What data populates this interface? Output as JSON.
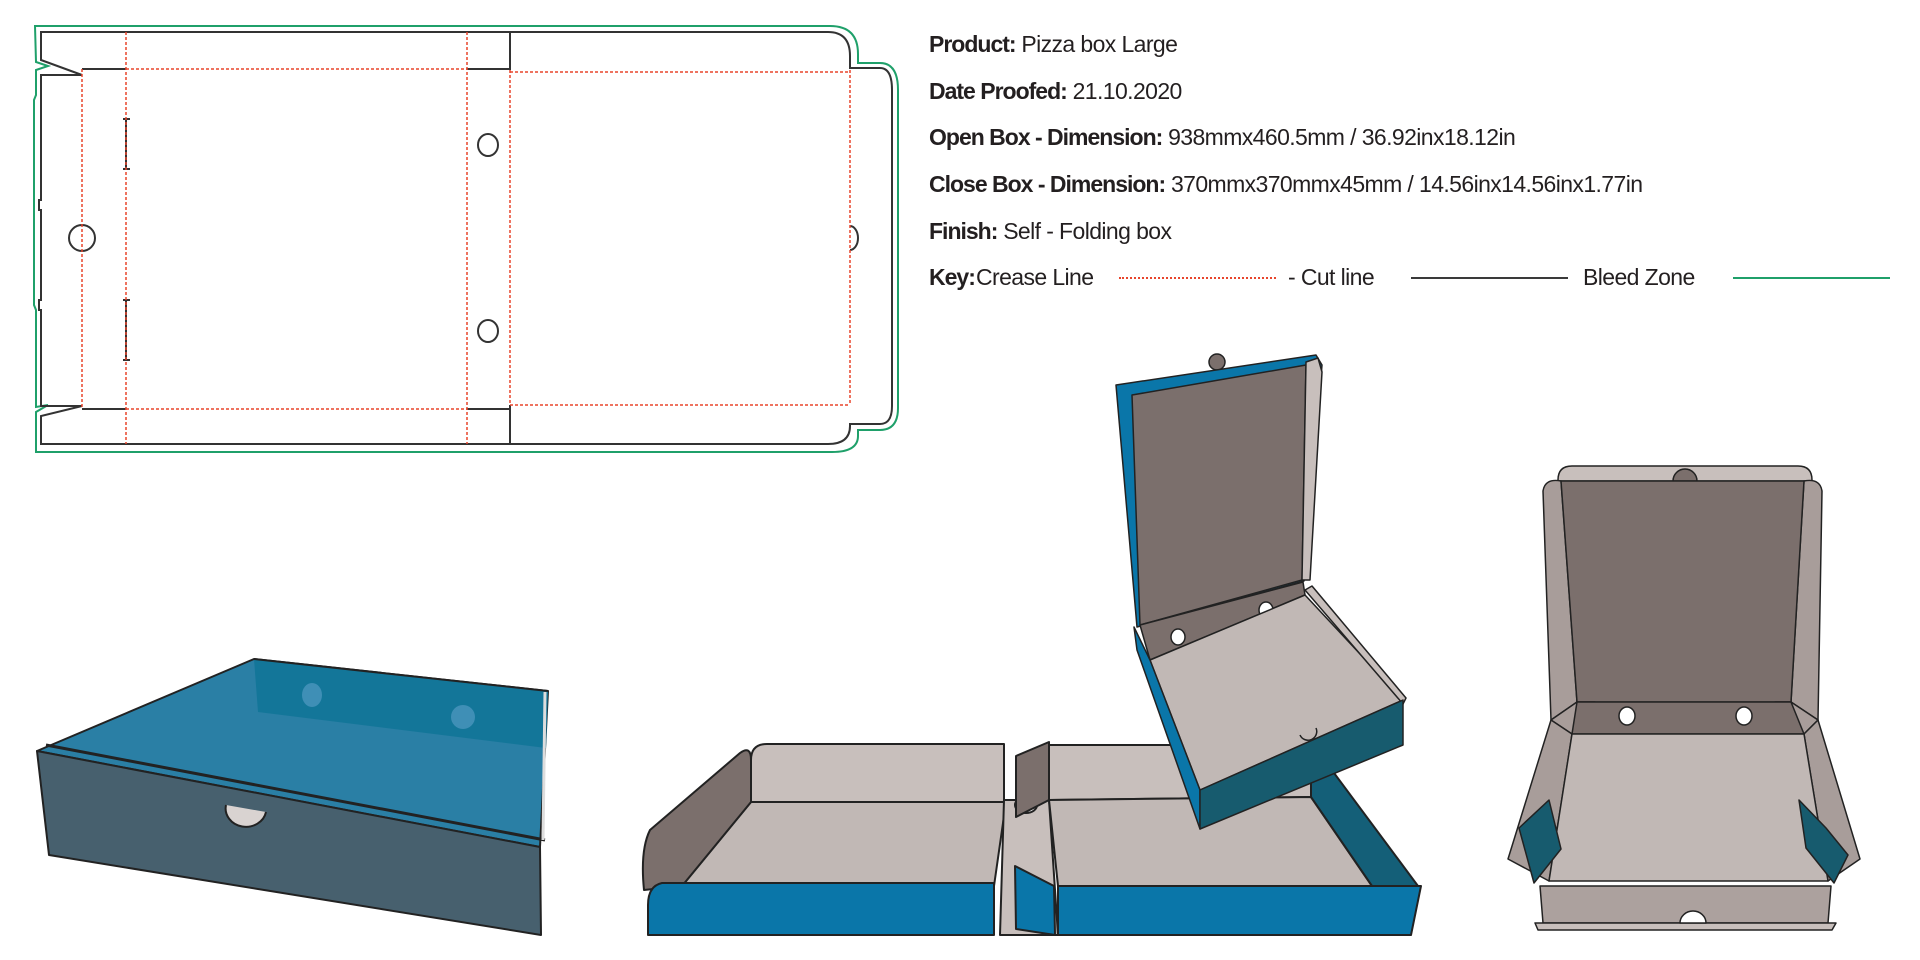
{
  "specs": {
    "product": {
      "label": "Product:",
      "value": "Pizza box Large"
    },
    "date_proofed": {
      "label": "Date Proofed:",
      "value": "21.10.2020"
    },
    "open_box": {
      "label": "Open Box - Dimension:",
      "value": "938mmx460.5mm / 36.92inx18.12in"
    },
    "close_box": {
      "label": "Close Box - Dimension:",
      "value": "370mmx370mmx45mm / 14.56inx14.56inx1.77in"
    },
    "finish": {
      "label": "Finish:",
      "value": "Self - Folding box"
    }
  },
  "key": {
    "label": "Key:",
    "crease": "Crease Line",
    "cut": "- Cut line",
    "bleed": "Bleed Zone"
  },
  "colors": {
    "crease": "#e8452c",
    "cut": "#3a3a3a",
    "bleed": "#1fa06a",
    "box_blue": "#0a76a9",
    "box_teal": "#175b6e",
    "board_dark": "#7b6f6c",
    "board_light": "#c4bbb8",
    "board_mid": "#a89d9a"
  }
}
